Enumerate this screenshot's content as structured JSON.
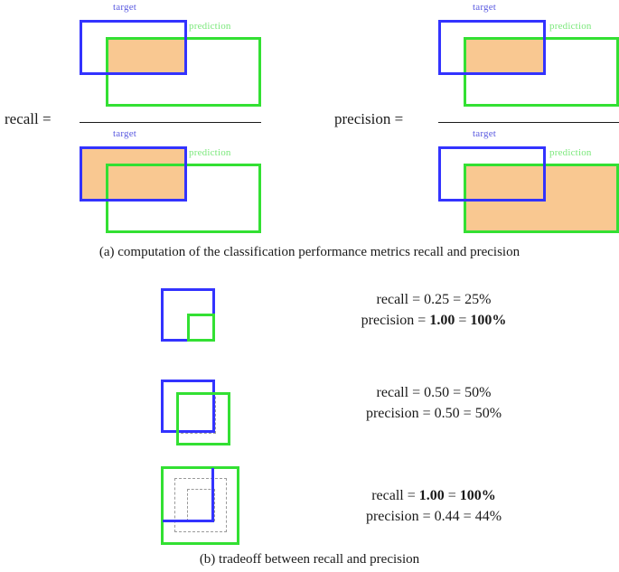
{
  "figure": {
    "labels": {
      "target": "target",
      "prediction": "prediction"
    },
    "colors": {
      "target_box": "#3333ff",
      "prediction_box": "#33e033",
      "intersection_fill": "#f9c891",
      "dashed_outline": "#9a9a9a",
      "text": "#1a1a1a"
    },
    "panel_a": {
      "caption": "(a) computation of the classification performance metrics recall and precision",
      "formulas": [
        {
          "name": "recall",
          "lhs": "recall =",
          "numerator_description": "intersection of target and prediction (shaded)",
          "denominator_description": "target area (shaded)"
        },
        {
          "name": "precision",
          "lhs": "precision =",
          "numerator_description": "intersection of target and prediction (shaded)",
          "denominator_description": "prediction area (shaded)"
        }
      ]
    },
    "panel_b": {
      "caption": "(b) tradeoff between recall and precision",
      "cases": [
        {
          "recall": {
            "prefix": "recall",
            "eq1": " = ",
            "value": "0.25",
            "eq2": " = ",
            "percent": "25%",
            "bold": false
          },
          "precision": {
            "prefix": "precision",
            "eq1": " = ",
            "value": "1.00",
            "eq2": " = ",
            "percent": "100%",
            "bold": true
          }
        },
        {
          "recall": {
            "prefix": "recall",
            "eq1": " = ",
            "value": "0.50",
            "eq2": " = ",
            "percent": "50%",
            "bold": false
          },
          "precision": {
            "prefix": "precision",
            "eq1": " = ",
            "value": "0.50",
            "eq2": " = ",
            "percent": "50%",
            "bold": false
          }
        },
        {
          "recall": {
            "prefix": "recall",
            "eq1": " = ",
            "value": "1.00",
            "eq2": " = ",
            "percent": "100%",
            "bold": true
          },
          "precision": {
            "prefix": "precision",
            "eq1": " = ",
            "value": "0.44",
            "eq2": " = ",
            "percent": "44%",
            "bold": false
          }
        }
      ]
    }
  },
  "chart_data": {
    "type": "diagram",
    "title": "computation of the classification performance metrics recall and precision",
    "definition": {
      "recall": "area(target ∩ prediction) / area(target)",
      "precision": "area(target ∩ prediction) / area(prediction)"
    },
    "tradeoff_points": [
      {
        "recall": 0.25,
        "recall_percent": 25,
        "precision": 1.0,
        "precision_percent": 100
      },
      {
        "recall": 0.5,
        "recall_percent": 50,
        "precision": 0.5,
        "precision_percent": 50
      },
      {
        "recall": 1.0,
        "recall_percent": 100,
        "precision": 0.44,
        "precision_percent": 44
      }
    ]
  }
}
